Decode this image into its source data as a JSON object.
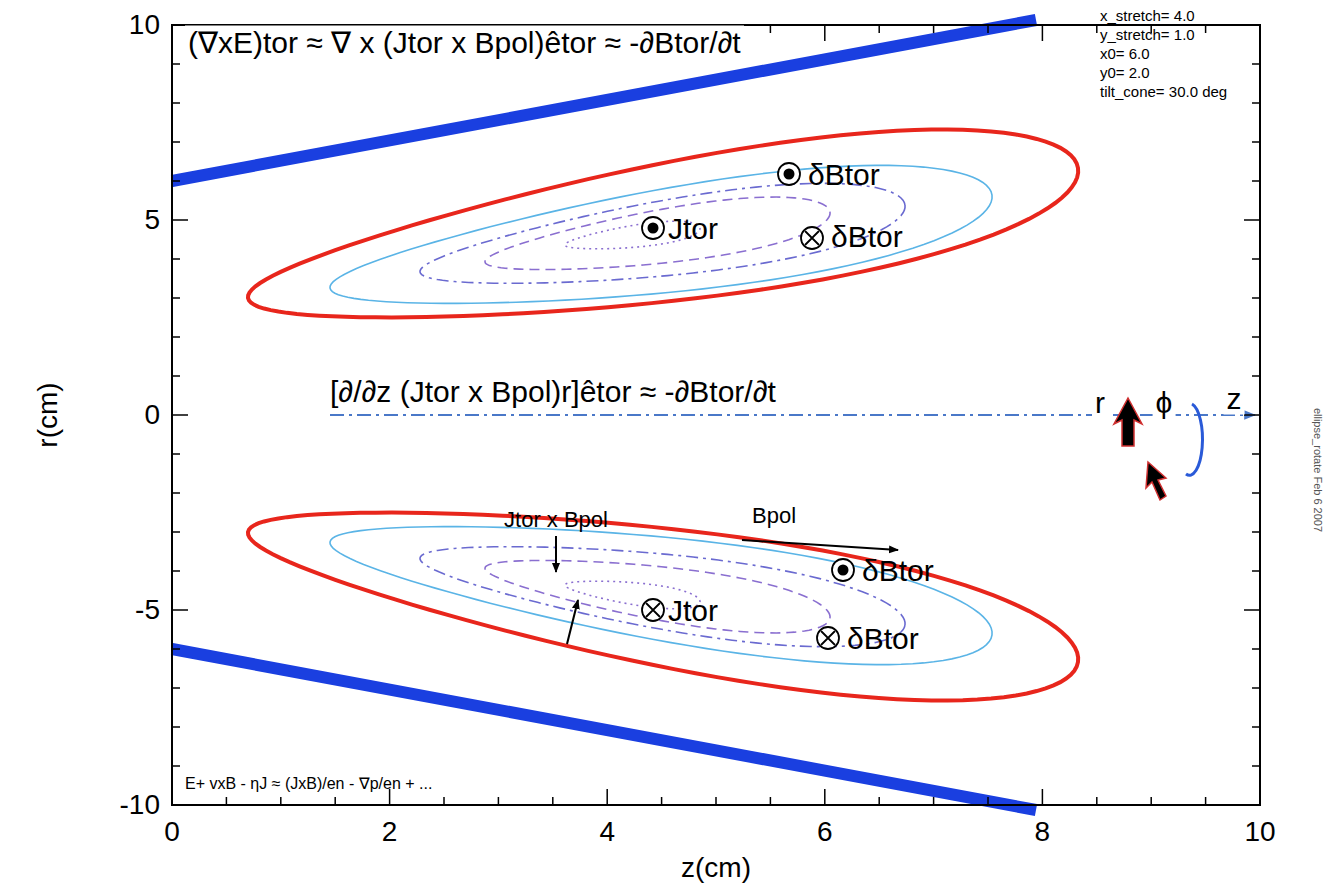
{
  "diagram": {
    "labels": [
      "(∇xE)tor ≈ ∇ x (Jtor x Bpol)êtor ≈ -∂Btor/∂t",
      "x_stretch= 4.0",
      "y_stretch= 1.0",
      "x0= 6.0",
      "y0= 2.0",
      "tilt_cone= 30.0 deg",
      "δBtor",
      "Jtor",
      "δBtor",
      "[∂/∂z (Jtor x Bpol)r]êtor ≈ -∂Btor/∂t",
      "r",
      "ϕ",
      "z",
      "Jtor x Bpol",
      "Bpol",
      "Jtor",
      "δBtor",
      "δBtor",
      "E+ vxB - ηJ ≈ (JxB)/en - ∇p/en + ...",
      "0",
      "2",
      "4",
      "6",
      "8",
      "10",
      "10",
      "5",
      "0",
      "-5",
      "-10",
      "r(cm)",
      "z(cm)",
      "ellipse_rotate Feb 6 2007"
    ]
  }
}
